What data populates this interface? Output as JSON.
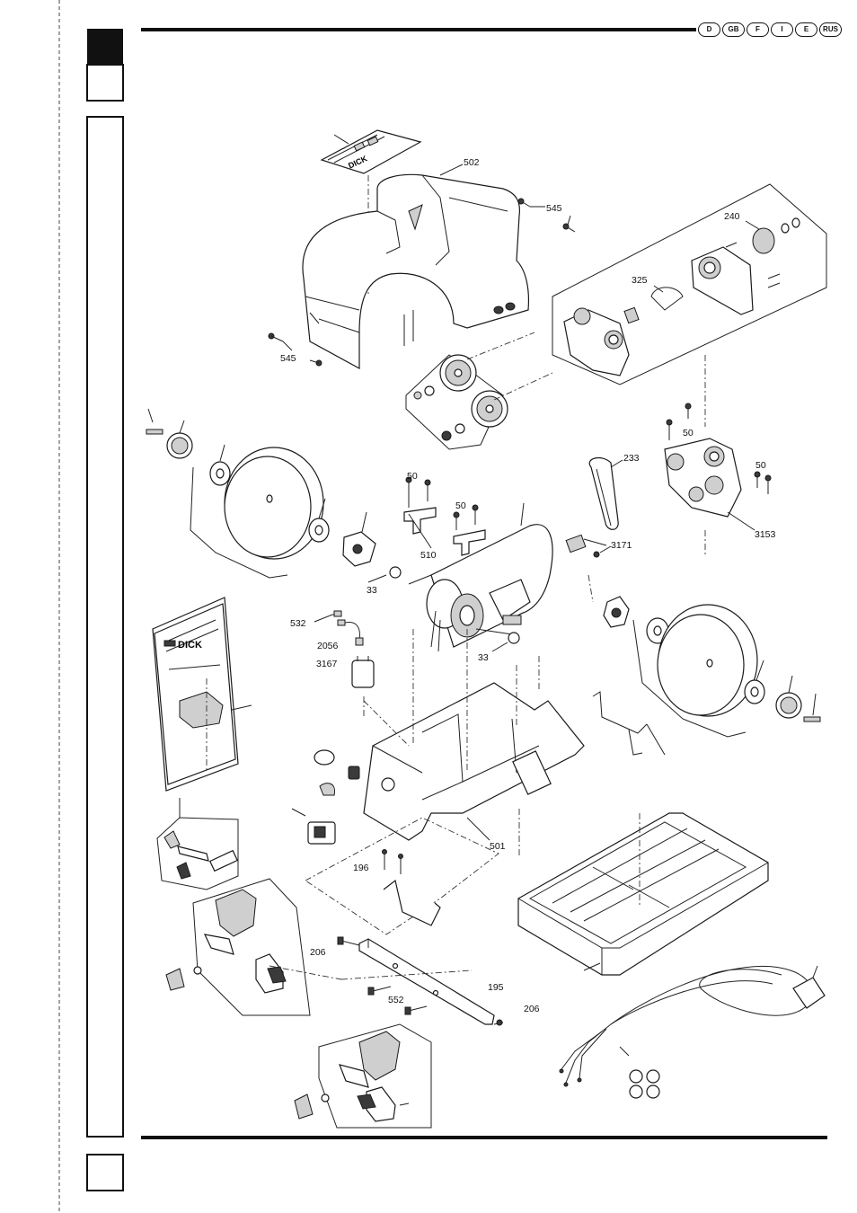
{
  "header": {
    "languages": [
      "D",
      "GB",
      "F",
      "I",
      "E",
      "RUS"
    ]
  },
  "labels": {
    "cover_top": "502",
    "screws_cover_right": "545",
    "screws_cover_left": "545",
    "pulley_240": "240",
    "belt_325": "325",
    "screws_50_upper": "50",
    "screws_50_right": "50",
    "belt_233": "233",
    "head_3153": "3153",
    "bracket_screws_50": "50",
    "bracket_screws_50b": "50",
    "bracket_510": "510",
    "coupling_3171": "3171",
    "washer_33_left": "33",
    "washer_33_right": "33",
    "cable_532": "532",
    "cable_2056": "2056",
    "capacitor_3167": "3167",
    "base_501": "501",
    "screws_196": "196",
    "screw_206_left": "206",
    "rail_195": "195",
    "screws_552": "552",
    "screw_206_right": "206"
  },
  "manual": {
    "brand": "DICK"
  },
  "sticker": {
    "brand": "DICK"
  }
}
